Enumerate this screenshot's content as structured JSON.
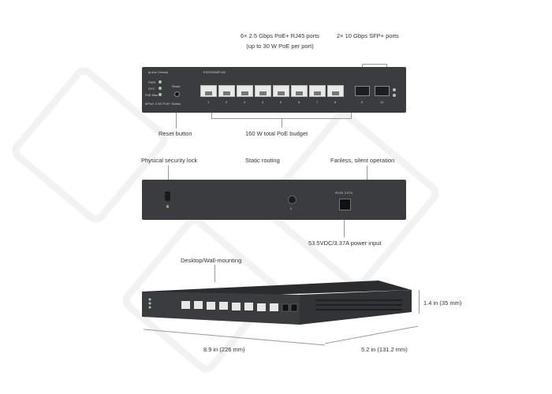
{
  "colors": {
    "device_body": "#3a3c3f",
    "device_top": "#2b2c2e",
    "port_face": "#e9e9e9",
    "callout_line": "#9a9a9a",
    "text": "#333333"
  },
  "callouts": {
    "rj45_ports": [
      "6× 2.5 Gbps PoE+ RJ45 ports",
      "(up to 30 W PoE per port)"
    ],
    "sfp_ports": "2× 10 Gbps SFP+ ports",
    "reset_button": "Reset button",
    "poe_budget": "160 W total PoE budget",
    "security_lock": "Physical security lock",
    "static_routing": "Static routing",
    "fanless": "Fanless, silent operation",
    "power_input": "53.5VDC/3.37A power input",
    "mounting": "Desktop/Wall-mounting",
    "height": "1.4 in (35 mm)",
    "width": "8.9 in (226 mm)",
    "depth": "5.2 in (131.2 mm)"
  },
  "device": {
    "brand": "tp-link  Omada",
    "model": "ES210GMP-M2",
    "led_labels": [
      "PWR",
      "SYS",
      "PoE Max"
    ],
    "left_caption": "8/Port: 2.5G PoE+ Status",
    "reset_label": "Reset",
    "port_numbers": [
      "1",
      "2",
      "3",
      "4",
      "5",
      "6",
      "7",
      "8"
    ],
    "sfp_numbers": [
      "9",
      "10"
    ],
    "power_label": "53.5V 3.37A"
  }
}
